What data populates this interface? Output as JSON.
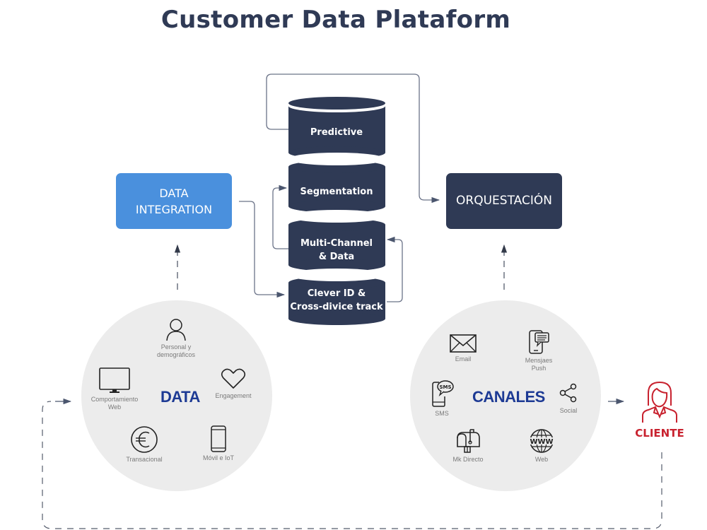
{
  "title": "Customer Data Plataform",
  "colors": {
    "navy": "#2f3a55",
    "blue": "#4a90dd",
    "circle_bg": "#ececec",
    "accent_text": "#1d3a94",
    "cliente_red": "#c8222f"
  },
  "stack": {
    "layers": [
      {
        "label_line1": "Predictive",
        "label_line2": ""
      },
      {
        "label_line1": "Segmentation",
        "label_line2": ""
      },
      {
        "label_line1": "Multi-Channel",
        "label_line2": "& Data"
      },
      {
        "label_line1": "Clever ID &",
        "label_line2": "Cross-divice track"
      }
    ]
  },
  "boxes": {
    "data_integration": {
      "line1": "DATA",
      "line2": "INTEGRATION"
    },
    "orquestacion": {
      "line1": "ORQUESTACIÓN"
    }
  },
  "data_circle": {
    "title": "DATA",
    "items": [
      {
        "icon": "person-icon",
        "line1": "Personal y",
        "line2": "demográficos"
      },
      {
        "icon": "monitor-icon",
        "line1": "Comportamiento",
        "line2": "Web"
      },
      {
        "icon": "heart-icon",
        "line1": "Engagement",
        "line2": ""
      },
      {
        "icon": "euro-icon",
        "line1": "Transacional",
        "line2": ""
      },
      {
        "icon": "smartphone-icon",
        "line1": "Móvil e IoT",
        "line2": ""
      }
    ]
  },
  "canales_circle": {
    "title": "CANALES",
    "items": [
      {
        "icon": "email-icon",
        "line1": "Email",
        "line2": ""
      },
      {
        "icon": "push-message-icon",
        "line1": "Mensjaes",
        "line2": "Push"
      },
      {
        "icon": "sms-icon",
        "line1": "SMS",
        "line2": "",
        "badge": "SMS"
      },
      {
        "icon": "share-icon",
        "line1": "Social",
        "line2": ""
      },
      {
        "icon": "mailbox-icon",
        "line1": "Mk Directo",
        "line2": ""
      },
      {
        "icon": "www-globe-icon",
        "line1": "Web",
        "line2": "",
        "badge": "WWW"
      }
    ]
  },
  "cliente": {
    "label": "CLIENTE",
    "icon": "woman-customer-icon"
  }
}
